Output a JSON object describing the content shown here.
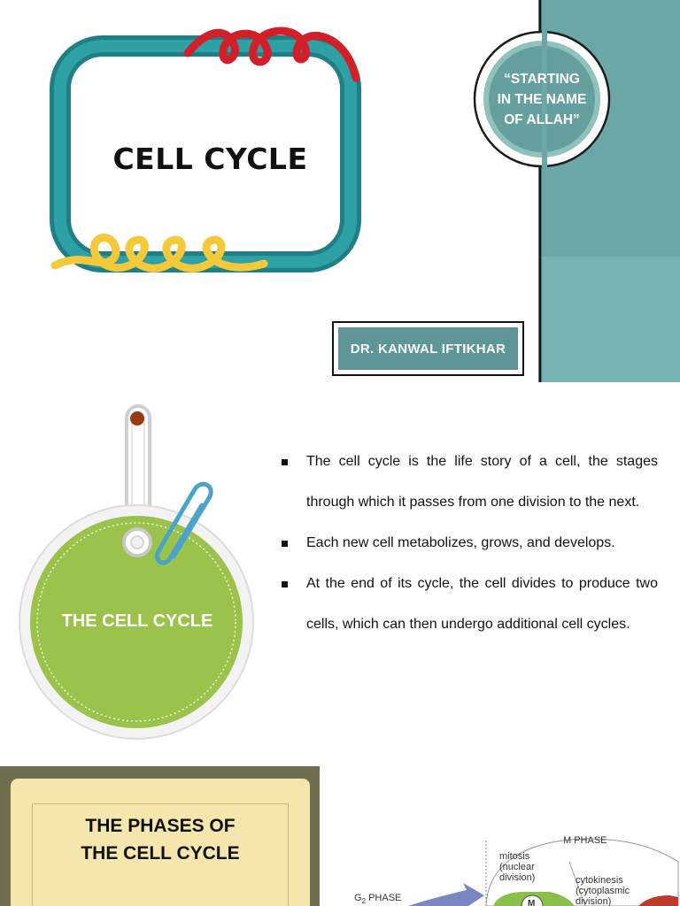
{
  "slide1": {
    "title": "CELL CYCLE",
    "quote_lines": [
      "“STARTING",
      "IN THE NAME",
      "OF ALLAH”"
    ],
    "author": "DR. KANWAL IFTIKHAR",
    "colors": {
      "frame": "#2b9096",
      "red_curl": "#d21f2a",
      "yellow_curl": "#f6c93a",
      "panel": "#5a9192"
    }
  },
  "slide2": {
    "tag_label": "THE CELL CYCLE",
    "bullets": [
      "The cell cycle is the life story of a cell, the stages through which it passes from one division to the next.",
      "Each new cell metabolizes, grows, and develops.",
      "At the end of its cycle, the cell divides to produce two cells, which can then undergo additional cell cycles."
    ],
    "colors": {
      "tag": "#9bc24b",
      "clip": "#4aa3c9",
      "pin": "#9a3b12"
    }
  },
  "slide3": {
    "title_lines": [
      "THE PHASES OF",
      "THE CELL CYCLE"
    ],
    "diagram": {
      "m_phase": "M PHASE",
      "mitosis_lines": [
        "mitosis",
        "(nuclear",
        "division)"
      ],
      "cytokinesis_lines": [
        "cytokinesis",
        "(cytoplasmic",
        "division)"
      ],
      "g2_phase": "G",
      "g2_sub": "2",
      "g2_suffix": " PHASE",
      "m_label": "M"
    },
    "colors": {
      "panel": "#6f6e4e",
      "card": "#f4e6ad"
    }
  }
}
